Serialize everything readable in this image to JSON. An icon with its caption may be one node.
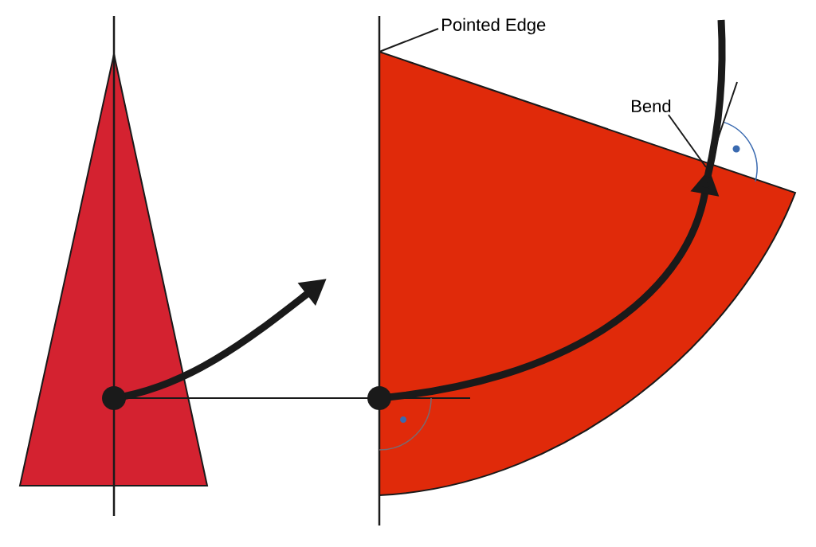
{
  "diagram": {
    "nodes": [
      {
        "text": [
          "Pointed Edge"
        ]
      },
      {
        "text": [
          "Bend"
        ]
      }
    ],
    "edges": [
      {
        "from": 0,
        "to": null,
        "arrow": "none"
      },
      {
        "from": 1,
        "to": null,
        "arrow": "none"
      }
    ]
  }
}
